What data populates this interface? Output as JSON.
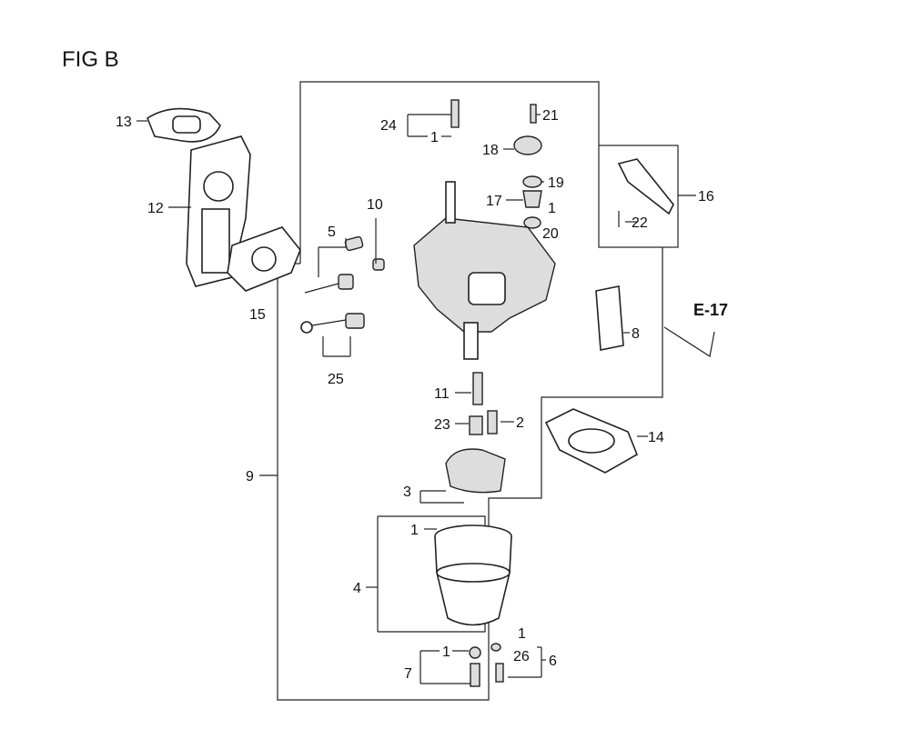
{
  "figure_title": "FIG B",
  "reference": "E-17",
  "callouts": [
    "13",
    "12",
    "15",
    "24",
    "1",
    "21",
    "18",
    "19",
    "17",
    "1",
    "20",
    "16",
    "22",
    "10",
    "5",
    "25",
    "8",
    "11",
    "23",
    "2",
    "14",
    "9",
    "3",
    "1",
    "4",
    "1",
    "7",
    "1",
    "26",
    "6"
  ]
}
